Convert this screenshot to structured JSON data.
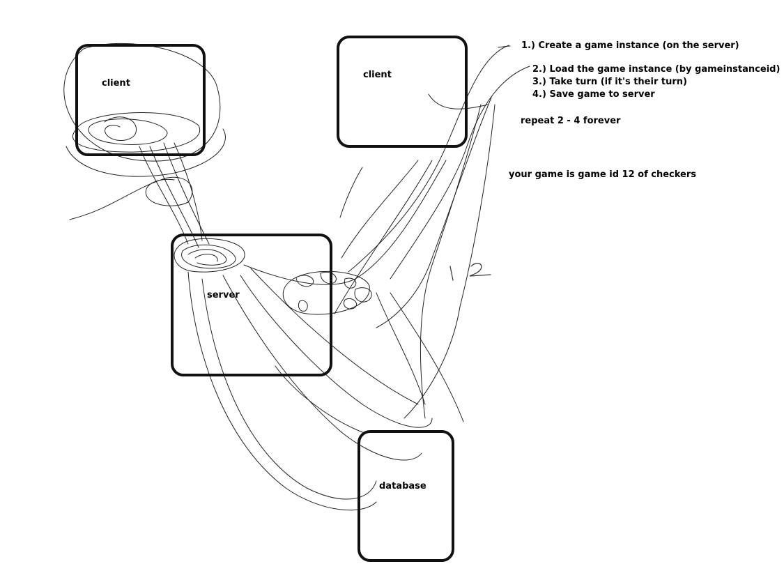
{
  "nodes": {
    "client_left": {
      "label": "client"
    },
    "client_right": {
      "label": "client"
    },
    "server": {
      "label": "server"
    },
    "database": {
      "label": "database"
    }
  },
  "notes": {
    "step1": "1.) Create a game instance (on the server)",
    "step2": "2.) Load the game instance (by gameinstanceid)",
    "step3": "3.) Take turn (if it's their turn)",
    "step4": "4.) Save game to server",
    "repeat": "repeat 2 - 4 forever",
    "game": "your game is game id 12 of checkers"
  },
  "handwritten": {
    "number": "12"
  },
  "colors": {
    "ink": "#111111",
    "background": "#ffffff"
  }
}
